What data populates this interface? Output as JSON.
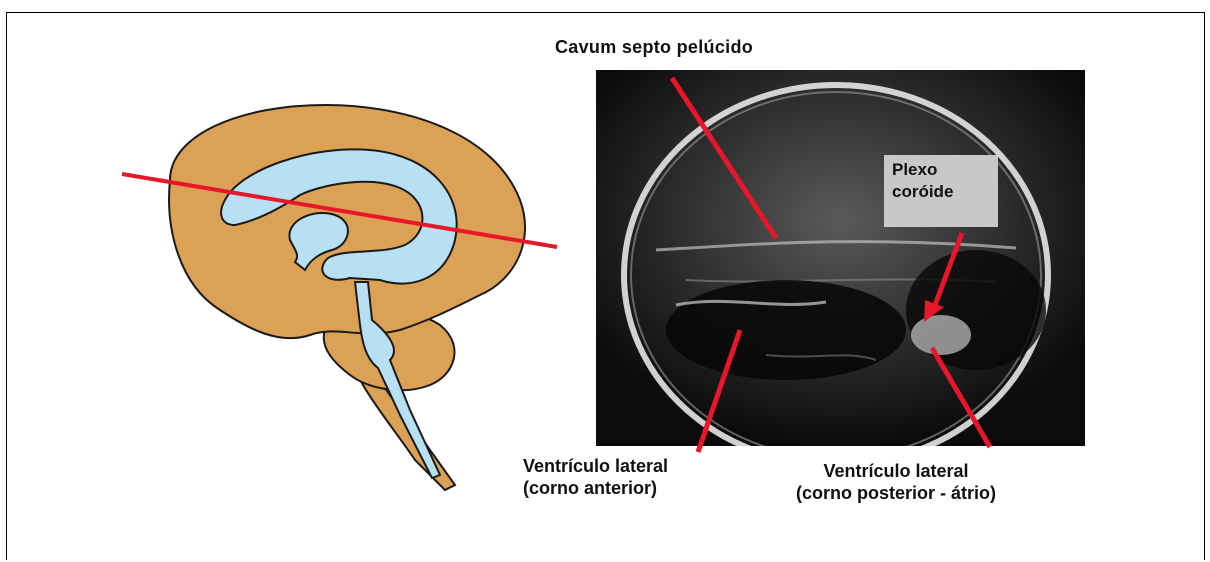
{
  "labels": {
    "cavum": "Cavum septo pelúcido",
    "plexo_line1": "Plexo",
    "plexo_line2": "coróide",
    "anterior_line1": "Ventrículo lateral",
    "anterior_line2": "(corno anterior)",
    "posterior_line1": "Ventrículo lateral",
    "posterior_line2": "(corno posterior - átrio)"
  },
  "colors": {
    "brain": "#dba154",
    "ventricle": "#b7e0f2",
    "outline": "#1a1a1a",
    "cut_line": "#e8162b",
    "ultrasound_bg": "#0b0b0b",
    "label_box": "#c8c8c8"
  }
}
